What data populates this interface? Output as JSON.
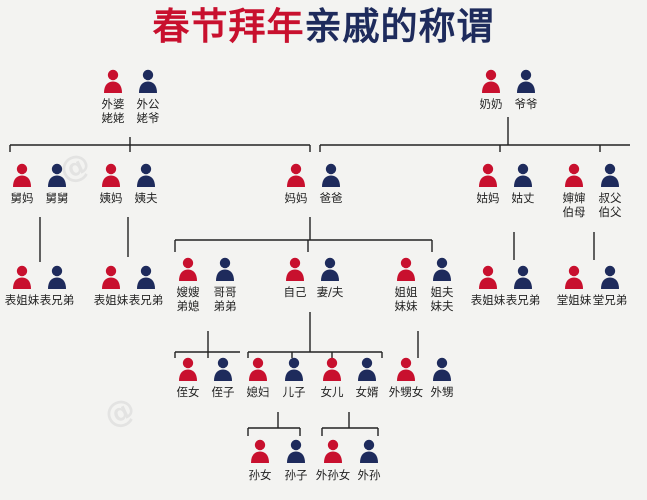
{
  "title": {
    "part1": "春节拜年",
    "part2": "亲戚的称谓"
  },
  "colors": {
    "female": "#c8102e",
    "male": "#1e2b5c",
    "line": "#222222",
    "background": "#f3f3f1"
  },
  "people": {
    "waipo": {
      "gender": "female",
      "line1": "外婆",
      "line2": "姥姥"
    },
    "waigong": {
      "gender": "male",
      "line1": "外公",
      "line2": "姥爷"
    },
    "nainai": {
      "gender": "female",
      "line1": "奶奶"
    },
    "yeye": {
      "gender": "male",
      "line1": "爷爷"
    },
    "jiuma": {
      "gender": "female",
      "line1": "舅妈"
    },
    "jiujiu": {
      "gender": "male",
      "line1": "舅舅"
    },
    "yima": {
      "gender": "female",
      "line1": "姨妈"
    },
    "yifu": {
      "gender": "male",
      "line1": "姨夫"
    },
    "mama": {
      "gender": "female",
      "line1": "妈妈"
    },
    "baba": {
      "gender": "male",
      "line1": "爸爸"
    },
    "guma": {
      "gender": "female",
      "line1": "姑妈"
    },
    "guzhang": {
      "gender": "male",
      "line1": "姑丈"
    },
    "shenshen": {
      "gender": "female",
      "line1": "婶婶",
      "line2": "伯母"
    },
    "shufu": {
      "gender": "male",
      "line1": "叔父",
      "line2": "伯父"
    },
    "jiu_biaojie": {
      "gender": "female",
      "line1": "表姐妹"
    },
    "jiu_biaoxiong": {
      "gender": "male",
      "line1": "表兄弟"
    },
    "yi_biaojie": {
      "gender": "female",
      "line1": "表姐妹"
    },
    "yi_biaoxiong": {
      "gender": "male",
      "line1": "表兄弟"
    },
    "sao": {
      "gender": "female",
      "line1": "嫂嫂",
      "line2": "弟媳"
    },
    "gege": {
      "gender": "male",
      "line1": "哥哥",
      "line2": "弟弟"
    },
    "ziji": {
      "gender": "female",
      "line1": "自己"
    },
    "qifu": {
      "gender": "male",
      "line1": "妻/夫"
    },
    "jiejie": {
      "gender": "female",
      "line1": "姐姐",
      "line2": "妹妹"
    },
    "jiefu": {
      "gender": "male",
      "line1": "姐夫",
      "line2": "妹夫"
    },
    "gu_biaojie": {
      "gender": "female",
      "line1": "表姐妹"
    },
    "gu_biaoxiong": {
      "gender": "male",
      "line1": "表兄弟"
    },
    "tangjie": {
      "gender": "female",
      "line1": "堂姐妹"
    },
    "tangxiong": {
      "gender": "male",
      "line1": "堂兄弟"
    },
    "zhinv": {
      "gender": "female",
      "line1": "侄女"
    },
    "zhizi": {
      "gender": "male",
      "line1": "侄子"
    },
    "xifu": {
      "gender": "female",
      "line1": "媳妇"
    },
    "erzi": {
      "gender": "male",
      "line1": "儿子"
    },
    "nver": {
      "gender": "female",
      "line1": "女儿"
    },
    "nvxu": {
      "gender": "male",
      "line1": "女婿"
    },
    "waisheng_nv": {
      "gender": "female",
      "line1": "外甥女"
    },
    "waisheng": {
      "gender": "male",
      "line1": "外甥"
    },
    "sunnv": {
      "gender": "female",
      "line1": "孙女"
    },
    "sunzi": {
      "gender": "male",
      "line1": "孙子"
    },
    "waisun_nv": {
      "gender": "female",
      "line1": "外孙女"
    },
    "waisun": {
      "gender": "male",
      "line1": "外孙"
    }
  }
}
